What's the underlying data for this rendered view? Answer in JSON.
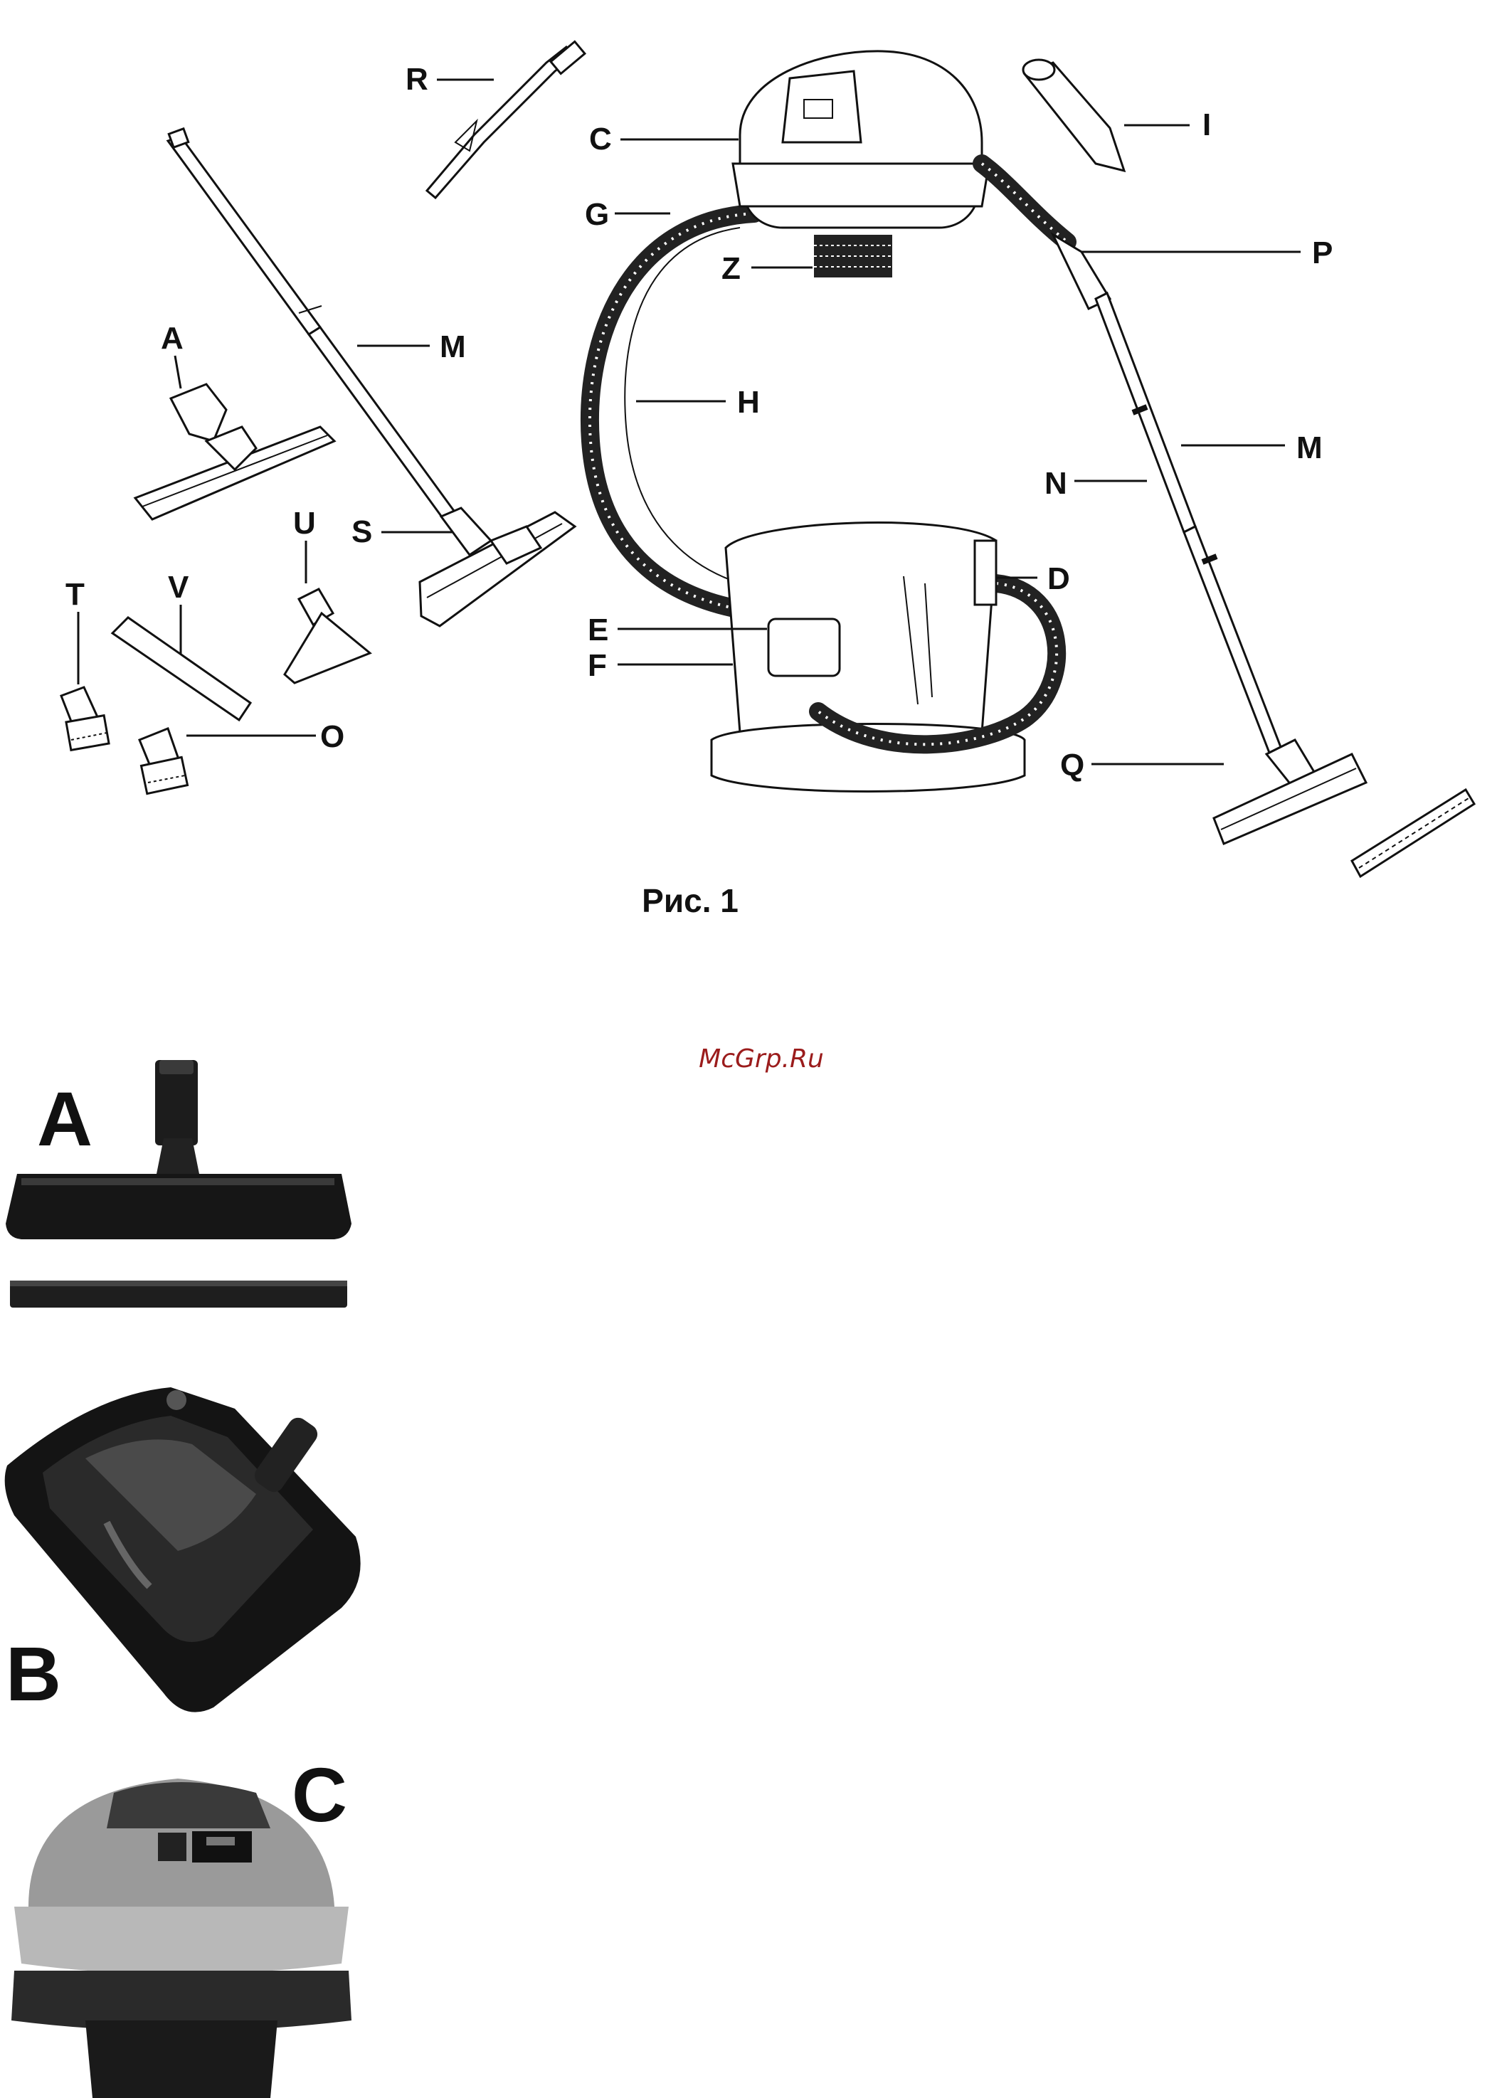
{
  "figure": {
    "caption": "Рис. 1",
    "callouts": {
      "R": "R",
      "C": "C",
      "I": "I",
      "G": "G",
      "Z": "Z",
      "P": "P",
      "A": "A",
      "M_left": "M",
      "H": "H",
      "M_right": "M",
      "N": "N",
      "S": "S",
      "U": "U",
      "D": "D",
      "T": "T",
      "V": "V",
      "E": "E",
      "F": "F",
      "O": "O",
      "Q": "Q"
    }
  },
  "watermark": "McGrp.Ru",
  "photos": {
    "a_label": "A",
    "b_label": "B",
    "c_label": "C"
  }
}
